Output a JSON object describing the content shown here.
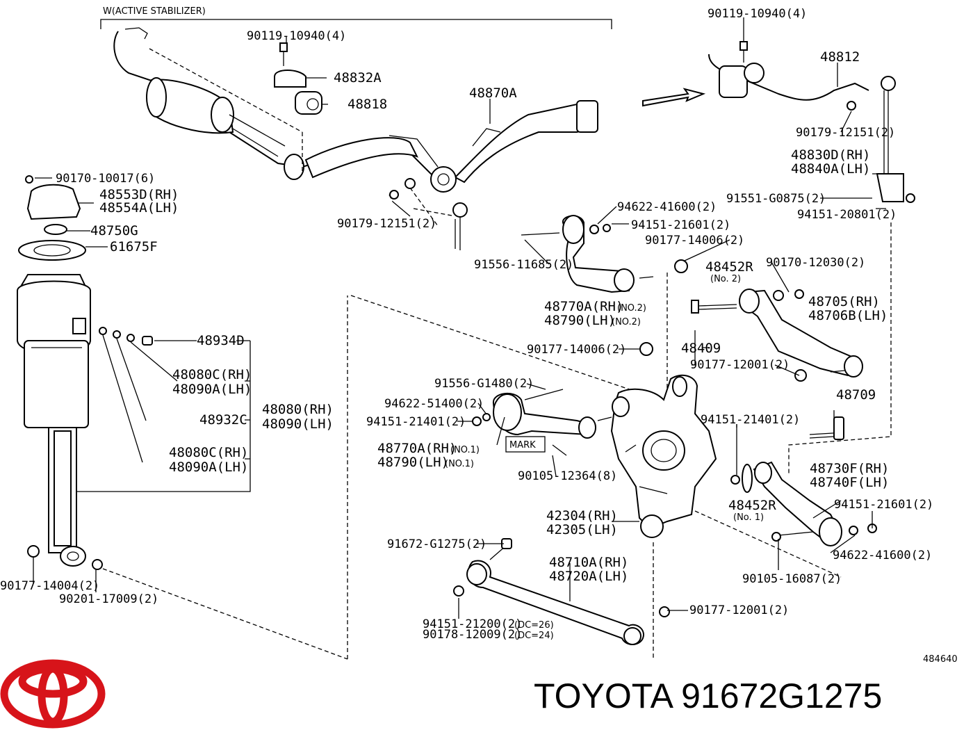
{
  "header": {
    "variant_note": "W(ACTIVE STABILIZER)"
  },
  "figure_id": "484640",
  "brand": {
    "text": "TOYOTA 91672G1275",
    "logo_color": "#d7141a"
  },
  "labels": {
    "bolt_top_left": "90119-10940(4)",
    "bracket_48832a": "48832A",
    "bushing_48818": "48818",
    "link_48870a": "48870A",
    "bolt_stab_lower": "90179-12151(2)",
    "bolt_top_right": "90119-10940(4)",
    "bar_48812": "48812",
    "bolt_right_stab": "90179-12151(2)",
    "link_rh": "48830D(RH)",
    "link_lh": "48840A(LH)",
    "bolt_91551": "91551-G0875(2)",
    "nut_94151_20801": "94151-20801(2)",
    "nut_90170_10017": "90170-10017(6)",
    "cover_rh": "48553D(RH)",
    "cover_lh": "48554A(LH)",
    "insulator_48750g": "48750G",
    "plate_61675f": "61675F",
    "washer_48934d": "48934D",
    "ring_rh_1": "48080C(RH)",
    "ring_lh_1": "48090A(LH)",
    "ring_48932c": "48932C",
    "shock_rh": "48080(RH)",
    "shock_lh": "48090(LH)",
    "ring_rh_2": "48080C(RH)",
    "ring_lh_2": "48090A(LH)",
    "nut_90177_14004": "90177-14004(2)",
    "washer_90201": "90201-17009(2)",
    "washer_94622_41600_top": "94622-41600(2)",
    "nut_94151_21601_top": "94151-21601(2)",
    "nut_90177_14006_top": "90177-14006(2)",
    "bolt_91556_11685": "91556-11685(2)",
    "bush_48452r_no2": "48452R",
    "no2": "(No. 2)",
    "nut_90170_12030": "90170-12030(2)",
    "arm_48770a_no2": "48770A(RH)",
    "arm_48790_no2": "48790(LH)",
    "no2_tag_a": "(NO.2)",
    "no2_tag_b": "(NO.2)",
    "arm_48705_rh": "48705(RH)",
    "arm_48706b_lh": "48706B(LH)",
    "nut_90177_14006_mid": "90177-14006(2)",
    "bolt_48409": "48409",
    "nut_90177_12001_mid": "90177-12001(2)",
    "bolt_91556_g1480": "91556-G1480(2)",
    "washer_94622_51400": "94622-51400(2)",
    "nut_94151_21401_left": "94151-21401(2)",
    "bolt_48709": "48709",
    "arm_48770a_no1": "48770A(RH)",
    "arm_48790_no1": "48790(LH)",
    "no1_tag_a": "(NO.1)",
    "no1_tag_b": "(NO.1)",
    "mark": "MARK",
    "nut_94151_21401_right": "94151-21401(2)",
    "bolt_90105_12364": "90105-12364(8)",
    "arm_48730f_rh": "48730F(RH)",
    "arm_48740f_lh": "48740F(LH)",
    "bush_48452r_no1": "48452R",
    "no1": "(No. 1)",
    "nut_94151_21601_low": "94151-21601(2)",
    "knuckle_rh": "42304(RH)",
    "knuckle_lh": "42305(LH)",
    "bolt_91672_g1275": "91672-G1275(2)",
    "arm_48710a_rh": "48710A(RH)",
    "arm_48720a_lh": "48720A(LH)",
    "washer_94622_41600_low": "94622-41600(2)",
    "bolt_90105_16087": "90105-16087(2)",
    "nut_90177_12001_low": "90177-12001(2)",
    "nut_94151_21200": "94151-21200(2)",
    "dc26": "(DC=26)",
    "nut_90178_12009": "90178-12009(2)",
    "dc24": "(DC=24)"
  }
}
